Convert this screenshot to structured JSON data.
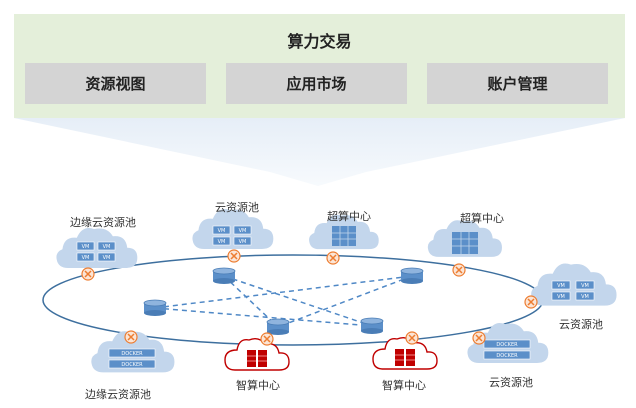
{
  "header": {
    "title": "算力交易",
    "tabs": [
      {
        "label": "资源视图"
      },
      {
        "label": "应用市场"
      },
      {
        "label": "账户管理"
      }
    ]
  },
  "diagram": {
    "nodes": [
      {
        "label": "边缘云资源池",
        "kind": "vm-cloud"
      },
      {
        "label": "云资源池",
        "kind": "vm-cloud"
      },
      {
        "label": "超算中心",
        "kind": "hpc-cloud"
      },
      {
        "label": "超算中心",
        "kind": "hpc-cloud"
      },
      {
        "label": "云资源池",
        "kind": "vm-cloud"
      },
      {
        "label": "云资源池",
        "kind": "docker-cloud"
      },
      {
        "label": "智算中心",
        "kind": "ai-cloud"
      },
      {
        "label": "智算中心",
        "kind": "ai-cloud"
      },
      {
        "label": "边缘云资源池",
        "kind": "docker-cloud"
      }
    ],
    "vm_text": "VM",
    "docker_text": "DOCKER"
  },
  "colors": {
    "panel_bg": "#e4efda",
    "tab_bg": "#d4d4d4",
    "cloud_blue": "#c3d6ec",
    "server_blue": "#5b8fc9",
    "ring": "#3d6f9e",
    "dashed": "#4f88c6",
    "ai_red": "#c00000",
    "marker_orange": "#ed7d31"
  }
}
